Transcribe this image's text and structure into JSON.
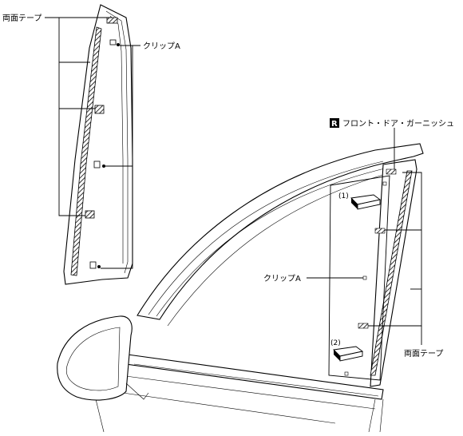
{
  "labels": {
    "double_sided_tape_upper": "両面テープ",
    "clip_a_upper": "クリップA",
    "r_badge": "R",
    "front_door_garnish": "フロント・ドア・ガーニッシュ",
    "num_1": "(1)",
    "num_2": "(2)",
    "clip_a_lower": "クリップA",
    "double_sided_tape_lower": "両面テープ"
  }
}
